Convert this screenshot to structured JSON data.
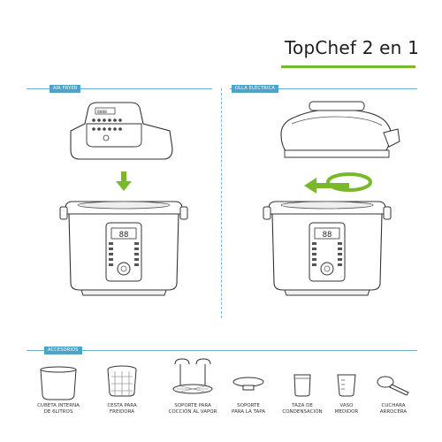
{
  "title": "TopChef 2 en 1",
  "sections": {
    "air_fryer": "AIR FRYER",
    "pressure_cooker": "OLLA ELÉCTRICA",
    "accessories": "ACCESORIOS"
  },
  "accessories": [
    {
      "label_1": "CUBETA INTERNA",
      "label_2": "DE 6LITROS"
    },
    {
      "label_1": "CESTA PARA",
      "label_2": "FREIDORA"
    },
    {
      "label_1": "SOPORTE PARA",
      "label_2": "COCCIÓN AL VAPOR"
    },
    {
      "label_1": "SOPORTE",
      "label_2": "PARA LA TAPA"
    },
    {
      "label_1": "TAZA DE",
      "label_2": "CONDENSACIÓN"
    },
    {
      "label_1": "VASO",
      "label_2": "MEDIDOR"
    },
    {
      "label_1": "CUCHARA",
      "label_2": "ARROCERA"
    }
  ],
  "colors": {
    "accent_green": "#78b82a",
    "section_blue": "#4fa3c7"
  }
}
